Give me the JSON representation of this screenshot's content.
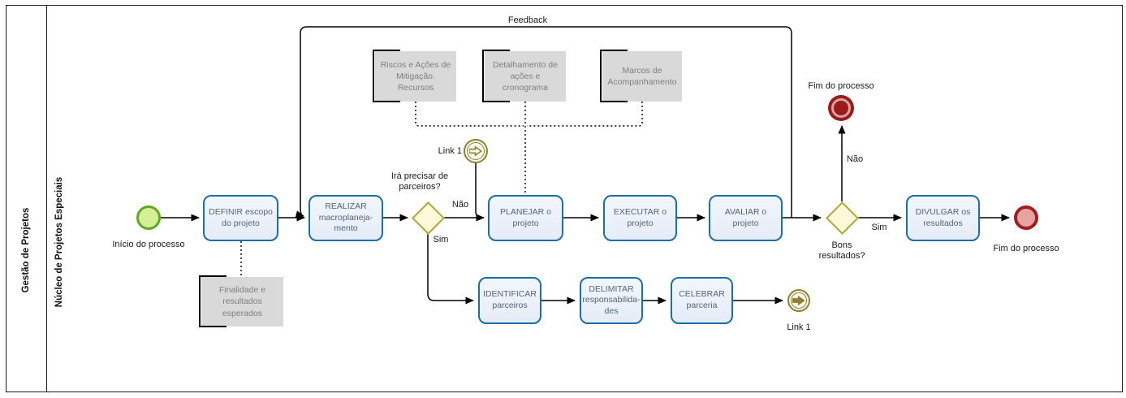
{
  "pool": {
    "name": "Gestão de Projetos",
    "lane": "Núcleo de Projetos Especiais"
  },
  "events": {
    "start": {
      "label": "Início do processo"
    },
    "terminate": {
      "label": "Fim do processo"
    },
    "end": {
      "label": "Fim do processo"
    },
    "link_catch": {
      "label": "Link 1"
    },
    "link_throw": {
      "label": "Link 1"
    }
  },
  "tasks": {
    "definir": {
      "label": "DEFINIR escopo\ndo projeto"
    },
    "realizar": {
      "label": "REALIZAR\nmacroplaneja-\nmento"
    },
    "planejar": {
      "label": "PLANEJAR o\nprojeto"
    },
    "executar": {
      "label": "EXECUTAR o\nprojeto"
    },
    "avaliar": {
      "label": "AVALIAR o\nprojeto"
    },
    "divulgar": {
      "label": "DIVULGAR os\nresultados"
    },
    "identificar": {
      "label": "IDENTIFICAR\nparceiros"
    },
    "delimitar": {
      "label": "DELIMITAR\nresponsabilida-\ndes"
    },
    "celebrar": {
      "label": "CELEBRAR\nparceria"
    }
  },
  "gateways": {
    "parceiros": {
      "question": "Irá precisar de\nparceiros?",
      "no_label": "Não",
      "yes_label": "Sim"
    },
    "resultados": {
      "question": "Bons\nresultados?",
      "no_label": "Não",
      "yes_label": "Sim"
    }
  },
  "data_objects": {
    "riscos": {
      "label": "Riscos e Ações de\nMitigação.\nRecursos"
    },
    "detalhamento": {
      "label": "Detalhamento de\nações e\ncronograma"
    },
    "marcos": {
      "label": "Marcos de\nAcompanhamento"
    },
    "finalidade": {
      "label": "Finalidade e\nresultados\nesperados"
    }
  },
  "flow_labels": {
    "feedback": "Feedback"
  },
  "colors": {
    "task_fill": "#e9eef9",
    "task_border": "#1c6ea6",
    "task_text": "#54657a",
    "gateway_fill": "#fcf9d8",
    "gateway_border": "#b1a83c",
    "start_fill": "#d4ef97",
    "start_border": "#61a81c",
    "end_fill": "#e8a2a2",
    "end_border": "#a02020",
    "terminate_fill": "#9b1b1b",
    "terminate_ring": "#d9a3a3",
    "link_border": "#8e8135",
    "link_fill": "#fdfbee",
    "data_object_fill": "#d9d9d9",
    "data_object_text": "#7f7f7f",
    "line": "#000000"
  }
}
